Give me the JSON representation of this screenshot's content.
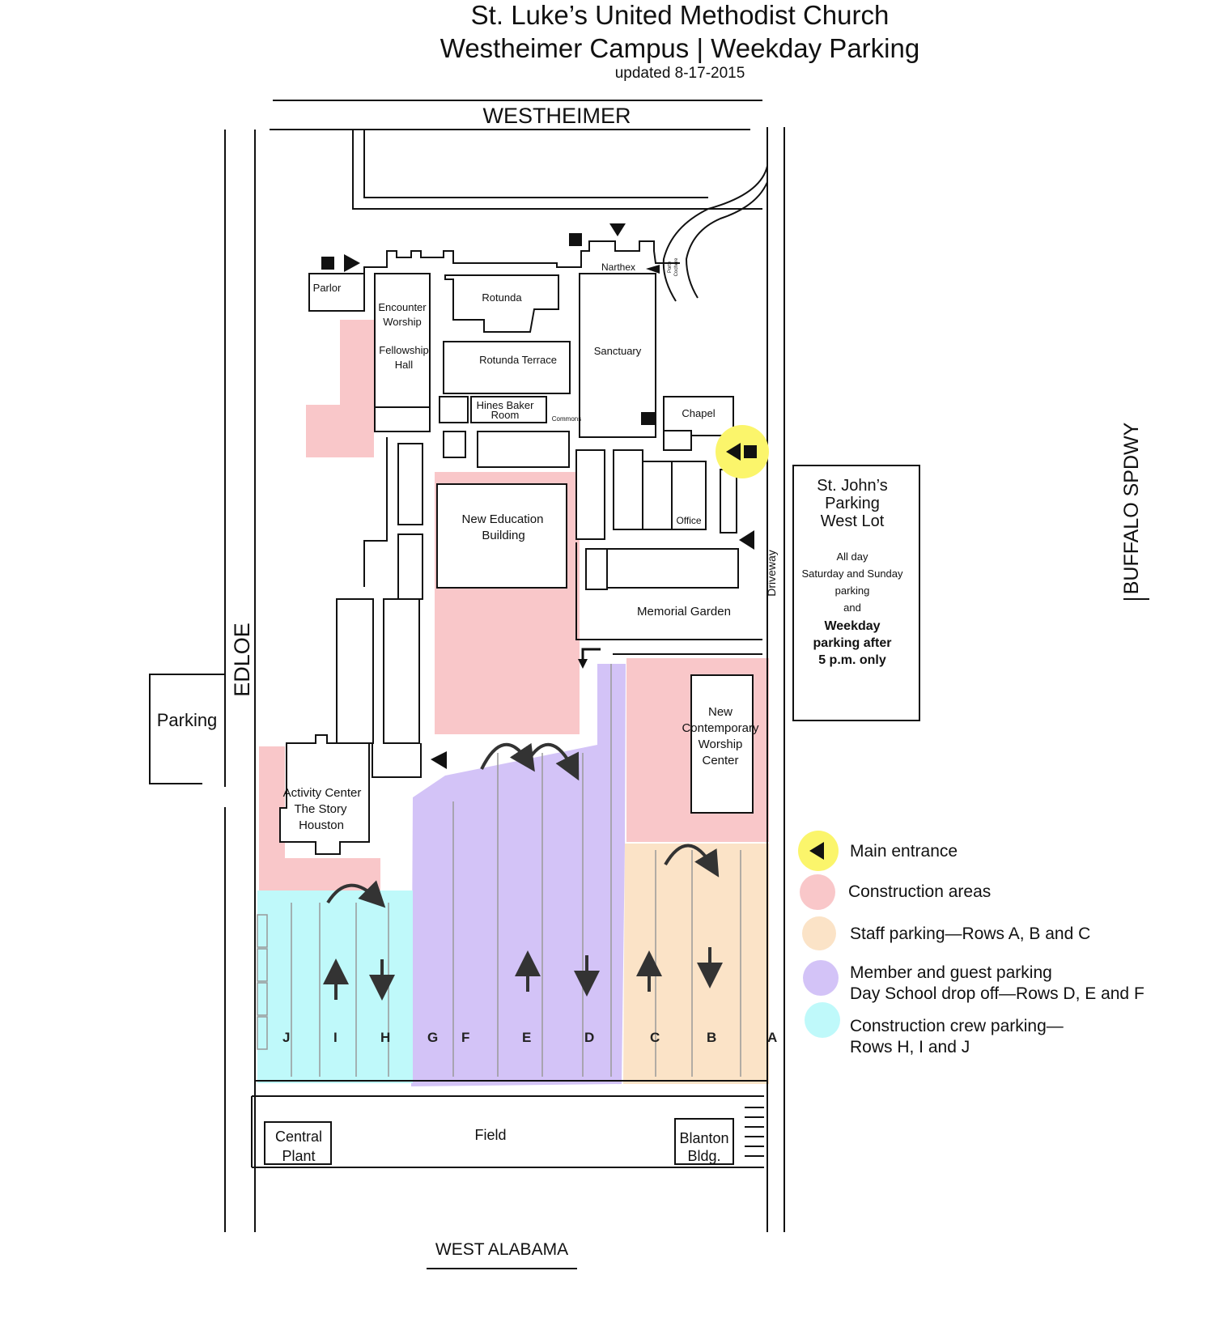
{
  "title": {
    "line1": "St. Luke’s United Methodist Church",
    "line2": "Westheimer Campus | Weekday Parking",
    "updated": "updated 8-17-2015"
  },
  "streets": {
    "westheimer": "WESTHEIMER",
    "edloe": "EDLOE",
    "buffalo": "BUFFALO SPDWY",
    "west_alabama": "WEST ALABAMA",
    "driveway": "Driveway"
  },
  "buildings": {
    "parlor": "Parlor",
    "encounter_1": "Encounter",
    "encounter_2": "Worship",
    "fellowship_1": "Fellowship",
    "fellowship_2": "Hall",
    "rotunda": "Rotunda",
    "rotunda_terrace": "Rotunda Terrace",
    "hines_1": "Hines Baker",
    "hines_2": "Room",
    "commons": "Commons",
    "narthex": "Narthex",
    "porte_1": "Porte",
    "porte_2": "Cochere",
    "sanctuary": "Sanctuary",
    "chapel": "Chapel",
    "office": "Office",
    "new_ed_1": "New Education",
    "new_ed_2": "Building",
    "memorial_garden": "Memorial Garden",
    "ncwc_1": "New",
    "ncwc_2": "Contemporary",
    "ncwc_3": "Worship",
    "ncwc_4": "Center",
    "activity_1": "Activity Center",
    "activity_2": "The Story",
    "activity_3": "Houston",
    "parking": "Parking",
    "central_1": "Central",
    "central_2": "Plant",
    "field": "Field",
    "blanton_1": "Blanton",
    "blanton_2": "Bldg."
  },
  "st_johns": {
    "line1": "St. John’s",
    "line2": "Parking",
    "line3": "West Lot",
    "note1": "All day",
    "note2": "Saturday and Sunday",
    "note3": "parking",
    "note4": "and",
    "bold1": "Weekday",
    "bold2": "parking after",
    "bold3": "5 p.m. only"
  },
  "rows": [
    "J",
    "I",
    "H",
    "G",
    "F",
    "E",
    "D",
    "C",
    "B",
    "A"
  ],
  "legend": {
    "main_entrance": "Main entrance",
    "construction": "Construction areas",
    "staff": "Staff parking—Rows A, B and C",
    "member_1": "Member and guest parking",
    "member_2": "Day School drop off—Rows D, E and F",
    "crew_1": "Construction crew parking—",
    "crew_2": "Rows H, I and J"
  },
  "colors": {
    "construction": "#f9c7c9",
    "staff": "#fbe3c7",
    "member": "#d3c3f7",
    "crew": "#bff9fa",
    "entrance_highlight": "#fbf56b"
  }
}
